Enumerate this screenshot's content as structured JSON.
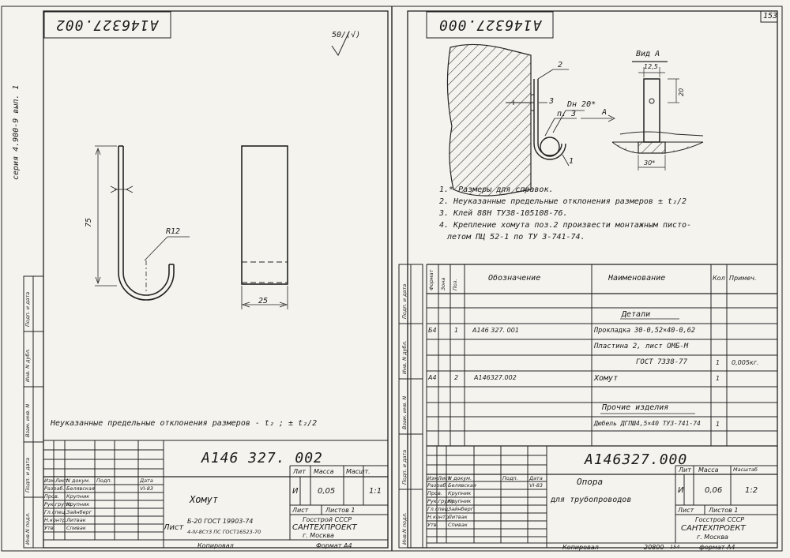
{
  "page_number": "153",
  "bottom_page_number": "154",
  "series_label": "серия  4.900-9  вып. 1",
  "left_sheet": {
    "flipped_code": "A146327.002",
    "roughness": "50/(√)",
    "dim_height": "75",
    "dim_radius": "R12",
    "dim_width": "25",
    "tolerance_note": "Неуказанные предельные отклонения размеров - t₂ ; ± t₂/2",
    "stamp_code": "А146 327. 002",
    "stamp_name": "Хомут",
    "lit_header": "Лит",
    "mass_header": "Масса",
    "scale_header": "Масшт.",
    "lit_value": "И",
    "mass_value": "0,05",
    "scale_value": "1:1",
    "sheet_label": "Лист",
    "sheets_label": "Листов 1",
    "material_line1": "Б-20 ГОСТ 19903-74",
    "material_line2": "4-IV-8Ст3 ПС ГОСТ16523-70",
    "material_prefix": "Лист",
    "org1": "Госстрой СССР",
    "org2": "САНТЕХПРОЕКТ",
    "org3": "г. Москва",
    "copied": "Копировал",
    "format": "Формат А4",
    "title_rows": [
      {
        "role": "Изм.",
        "sheet": "Лист",
        "doc": "N докум.",
        "sign": "Подп.",
        "date": "Дата"
      },
      {
        "role": "Разраб.",
        "sheet": "Белявская",
        "doc": "",
        "sign": "",
        "date": "VI-83"
      },
      {
        "role": "Пров.",
        "sheet": "Крупник",
        "doc": "",
        "sign": "",
        "date": ""
      },
      {
        "role": "Рук.групп.",
        "sheet": "Крупник",
        "doc": "",
        "sign": "",
        "date": ""
      },
      {
        "role": "Гл.спец.",
        "sheet": "Зайнберг",
        "doc": "",
        "sign": "",
        "date": ""
      },
      {
        "role": "Н.контр.",
        "sheet": "Литвак",
        "doc": "",
        "sign": "",
        "date": ""
      },
      {
        "role": "Утв.",
        "sheet": "Спивак",
        "doc": "",
        "sign": "",
        "date": ""
      }
    ],
    "side_labels": [
      "Инв.N подл.",
      "Подп. и дата",
      "Взам. инв. N",
      "Инв. N дубл.",
      "Подп. и дата"
    ]
  },
  "right_sheet": {
    "flipped_code": "A146327.000",
    "view_label": "Вид А",
    "dim_125": "12,5",
    "dim_20": "20",
    "dim_30": "30*",
    "callout_2": "2",
    "callout_3": "3",
    "callout_1": "1",
    "callout_dn": "Dн 20*",
    "callout_p3": "п. 3",
    "callout_a": "А",
    "notes": [
      "1.* Размеры для справок.",
      "2. Неуказанные предельные отклонения размеров ± t₂/2",
      "3. Клей 88Н ТУ38-105108-76.",
      "4. Крепление хомута поз.2 произвести монтажным писто-",
      "летом ПЦ 52-1 по ТУ 3-741-74."
    ],
    "spec_headers": {
      "format": "Формат",
      "zone": "Зона",
      "pos": "Поз.",
      "designation": "Обозначение",
      "name": "Наименование",
      "qty": "Кол",
      "note": "Примеч."
    },
    "spec_rows": [
      {
        "format": "",
        "zone": "",
        "pos": "",
        "designation": "",
        "name": "Детали",
        "qty": "",
        "note": ""
      },
      {
        "format": "Б4",
        "zone": "",
        "pos": "1",
        "designation": "А146 327. 001",
        "name": "Прокладка 30-0,52×40-0,62",
        "qty": "",
        "note": ""
      },
      {
        "format": "",
        "zone": "",
        "pos": "",
        "designation": "",
        "name": "Пластина 2, лист ОМБ-М",
        "qty": "",
        "note": ""
      },
      {
        "format": "",
        "zone": "",
        "pos": "",
        "designation": "",
        "name": "ГОСТ 7338-77",
        "qty": "1",
        "note": "0,005кг."
      },
      {
        "format": "А4",
        "zone": "",
        "pos": "2",
        "designation": "А146327.002",
        "name": "Хомут",
        "qty": "1",
        "note": ""
      },
      {
        "format": "",
        "zone": "",
        "pos": "",
        "designation": "",
        "name": "",
        "qty": "",
        "note": ""
      },
      {
        "format": "",
        "zone": "",
        "pos": "",
        "designation": "",
        "name": "Прочие изделия",
        "qty": "",
        "note": ""
      },
      {
        "format": "",
        "zone": "",
        "pos": "",
        "designation": "",
        "name": "Дюбель ДГПШ4,5×40 ТУЗ-741-74",
        "qty": "1",
        "note": ""
      }
    ],
    "stamp_code": "А146327.000",
    "stamp_name1": "Опора",
    "stamp_name2": "для трубопроводов",
    "lit_header": "Лит",
    "mass_header": "Масса",
    "scale_header": "Масштаб",
    "lit_value": "И",
    "mass_value": "0,06",
    "scale_value": "1:2",
    "sheet_label": "Лист",
    "sheets_label": "Листов 1",
    "org1": "Госстрой СССР",
    "org2": "САНТЕХПРОЕКТ",
    "org3": "г. Москва",
    "copied": "Копировал",
    "copy_number": "20800",
    "format": "формат А4",
    "title_rows": [
      {
        "role": "Изм.",
        "sheet": "Лист",
        "doc": "N докум.",
        "sign": "Подп.",
        "date": "Дата"
      },
      {
        "role": "Разраб.",
        "sheet": "Белявская",
        "doc": "",
        "sign": "",
        "date": "VI-83"
      },
      {
        "role": "Пров.",
        "sheet": "Крупник",
        "doc": "",
        "sign": "",
        "date": ""
      },
      {
        "role": "Рук.групп.",
        "sheet": "Крупник",
        "doc": "",
        "sign": "",
        "date": ""
      },
      {
        "role": "Гл.спец.",
        "sheet": "Зайнберг",
        "doc": "",
        "sign": "",
        "date": ""
      },
      {
        "role": "Н.контр.",
        "sheet": "Литвак",
        "doc": "",
        "sign": "",
        "date": ""
      },
      {
        "role": "Утв.",
        "sheet": "Спивак",
        "doc": "",
        "sign": "",
        "date": ""
      }
    ],
    "side_labels": [
      "Инв.N подл.",
      "Подп. и дата",
      "Взам. инв. N",
      "Инв. N дубл.",
      "Подп. и дата"
    ]
  }
}
